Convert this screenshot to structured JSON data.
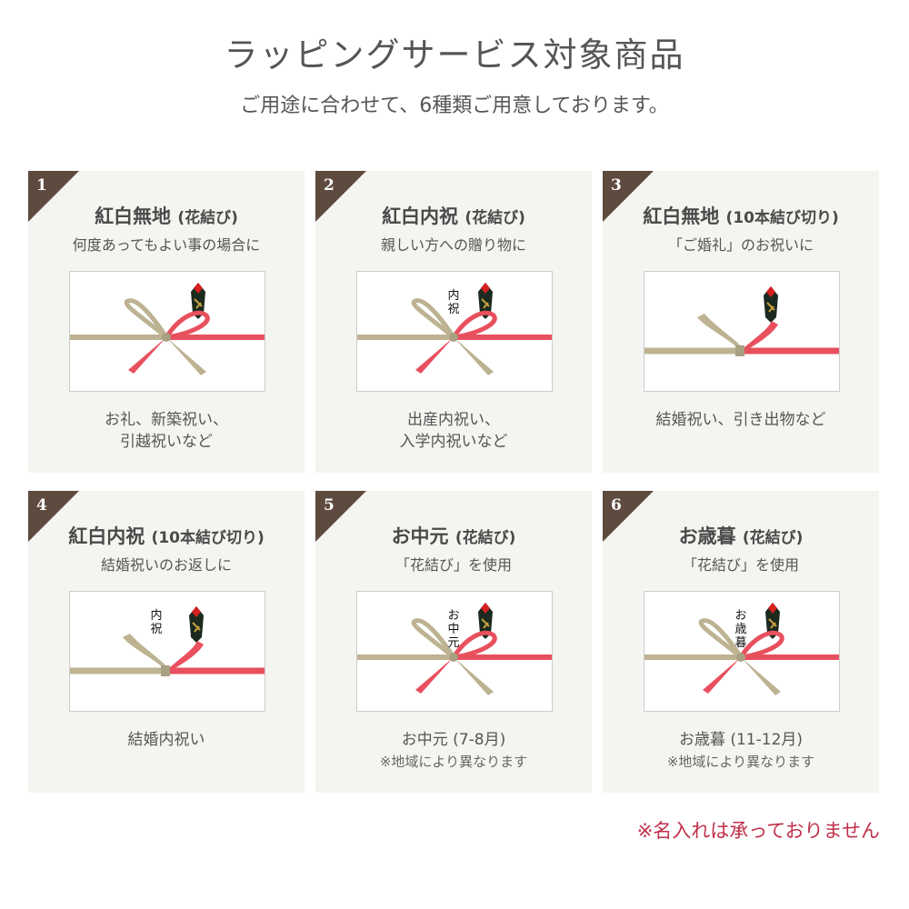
{
  "header": {
    "title": "ラッピングサービス対象商品",
    "subtitle": "ご用途に合わせて、6種類ご用意しております。"
  },
  "cards": [
    {
      "number": "1",
      "title": "紅白無地",
      "title_note": "(花結び)",
      "subtitle": "何度あってもよい事の場合に",
      "style": "hana",
      "inscription": "",
      "desc1": "お礼、新築祝い、",
      "desc2": "引越祝いなど"
    },
    {
      "number": "2",
      "title": "紅白内祝",
      "title_note": "(花結び)",
      "subtitle": "親しい方への贈り物に",
      "style": "hana",
      "inscription": "内祝",
      "desc1": "出産内祝い、",
      "desc2": "入学内祝いなど"
    },
    {
      "number": "3",
      "title": "紅白無地",
      "title_note": "(10本結び切り)",
      "subtitle": "「ご婚礼」のお祝いに",
      "style": "kiri",
      "inscription": "",
      "desc1": "結婚祝い、引き出物など",
      "desc2": ""
    },
    {
      "number": "4",
      "title": "紅白内祝",
      "title_note": "(10本結び切り)",
      "subtitle": "結婚祝いのお返しに",
      "style": "kiri",
      "inscription": "内祝",
      "desc1": "結婚内祝い",
      "desc2": ""
    },
    {
      "number": "5",
      "title": "お中元",
      "title_note": "(花結び)",
      "subtitle": "「花結び」を使用",
      "style": "hana",
      "inscription": "お中元",
      "desc1": "お中元 (7-8月)",
      "desc2": "※地域により異なります"
    },
    {
      "number": "6",
      "title": "お歳暮",
      "title_note": "(花結び)",
      "subtitle": "「花結び」を使用",
      "style": "hana",
      "inscription": "お歳暮",
      "desc1": "お歳暮 (11-12月)",
      "desc2": "※地域により異なります"
    }
  ],
  "footer_note": "※名入れは承っておりません",
  "colors": {
    "badge": "#5e4a3e",
    "card_bg": "#f4f4f0",
    "red_cord": "#e8505e",
    "gold_cord": "#bdb392",
    "note": "#c0304a"
  }
}
